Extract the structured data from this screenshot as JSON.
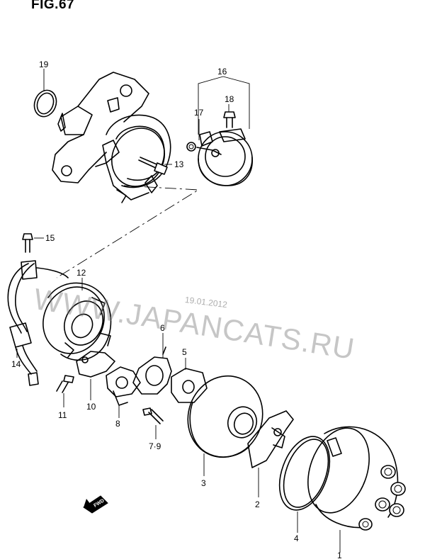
{
  "figure": {
    "title": "FIG.67",
    "watermark_url": "WWW.JAPANCATS.RU",
    "watermark_date": "19.01.2012",
    "front_label": "FWD"
  },
  "parts": [
    {
      "key": "p1",
      "label": "1"
    },
    {
      "key": "p2",
      "label": "2"
    },
    {
      "key": "p3",
      "label": "3"
    },
    {
      "key": "p4",
      "label": "4"
    },
    {
      "key": "p5",
      "label": "5"
    },
    {
      "key": "p6",
      "label": "6"
    },
    {
      "key": "p79",
      "label": "7·9"
    },
    {
      "key": "p8",
      "label": "8"
    },
    {
      "key": "p10",
      "label": "10"
    },
    {
      "key": "p11",
      "label": "11"
    },
    {
      "key": "p12",
      "label": "12"
    },
    {
      "key": "p13",
      "label": "13"
    },
    {
      "key": "p14",
      "label": "14"
    },
    {
      "key": "p15",
      "label": "15"
    },
    {
      "key": "p16",
      "label": "16"
    },
    {
      "key": "p17",
      "label": "17"
    },
    {
      "key": "p18",
      "label": "18"
    },
    {
      "key": "p19",
      "label": "19"
    }
  ]
}
